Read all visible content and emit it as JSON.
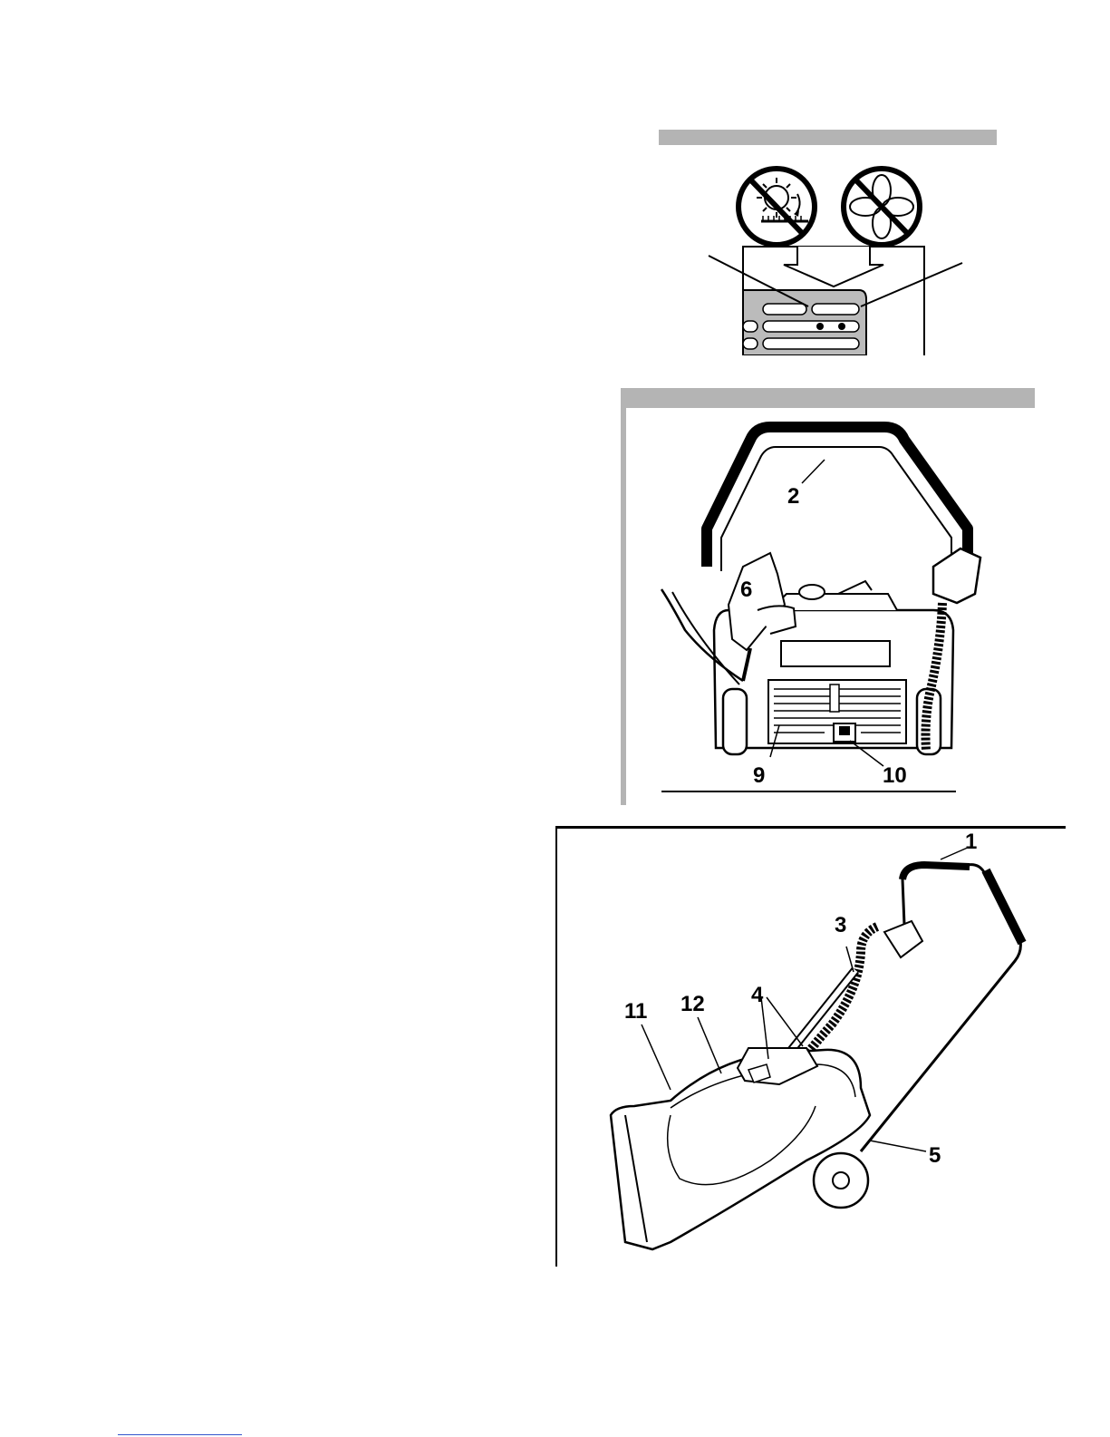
{
  "figure_top": {
    "prohibited_icons": [
      "no-heat-dry-icon",
      "no-fan-icon"
    ]
  },
  "figure_rear": {
    "callouts": {
      "c2": "2",
      "c6": "6",
      "c9": "9",
      "c10": "10"
    }
  },
  "figure_side": {
    "callouts": {
      "c1": "1",
      "c3": "3",
      "c4": "4",
      "c5": "5",
      "c11": "11",
      "c12": "12"
    }
  },
  "colors": {
    "bar_gray": "#b4b4b4",
    "ink": "#000000",
    "link_blue": "#3355cc"
  }
}
